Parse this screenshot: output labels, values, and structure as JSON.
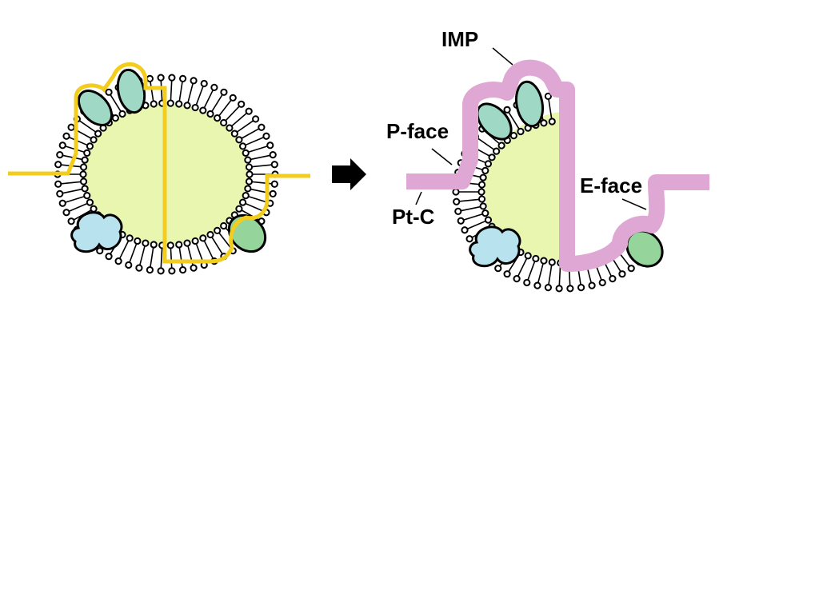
{
  "labels": {
    "imp": "IMP",
    "p_face": "P-face",
    "pt_c": "Pt-C",
    "e_face": "E-face"
  },
  "colors": {
    "cytoplasm": "#e9f6b0",
    "fracture_line": "#f2cd1e",
    "replica": "#dfa8d4",
    "imp_teal": "#9fd9c6",
    "imp_blue": "#b8e2ee",
    "imp_green": "#95d49a",
    "outline": "#000000"
  },
  "icons": {
    "step_arrow": "right-arrow-icon"
  }
}
